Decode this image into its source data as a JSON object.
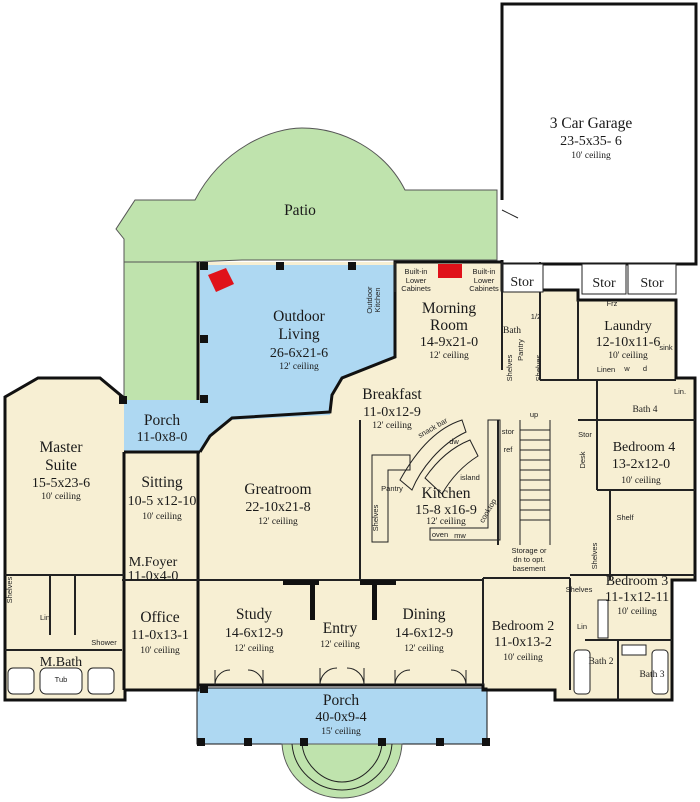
{
  "rooms": {
    "garage": {
      "name": "3 Car Garage",
      "dims": "23-5x35- 6",
      "ceiling": "10' ceiling"
    },
    "patio": {
      "name": "Patio"
    },
    "outdoor_living": {
      "line1": "Outdoor",
      "line2": "Living",
      "dims": "26-6x21-6",
      "ceiling": "12' ceiling"
    },
    "morning_room": {
      "line1": "Morning",
      "line2": "Room",
      "dims": "14-9x21-0",
      "ceiling": "12' ceiling"
    },
    "breakfast": {
      "name": "Breakfast",
      "dims": "11-0x12-9",
      "ceiling": "12' ceiling"
    },
    "laundry": {
      "name": "Laundry",
      "dims": "12-10x11-6",
      "ceiling": "10' ceiling"
    },
    "bath4": {
      "name": "Bath 4"
    },
    "bedroom4": {
      "name": "Bedroom 4",
      "dims": "13-2x12-0",
      "ceiling": "10' ceiling"
    },
    "master_suite": {
      "line1": "Master",
      "line2": "Suite",
      "dims": "15-5x23-6",
      "ceiling": "10' ceiling"
    },
    "porch_small": {
      "name": "Porch",
      "dims": "11-0x8-0"
    },
    "sitting": {
      "name": "Sitting",
      "dims": "10-5 x12-10",
      "ceiling": "10' ceiling"
    },
    "greatroom": {
      "name": "Greatroom",
      "dims": "22-10x21-8",
      "ceiling": "12' ceiling"
    },
    "kitchen": {
      "name": "Kitchen",
      "dims": "15-8 x16-9",
      "ceiling": "12' ceiling"
    },
    "mfoyer": {
      "name": "M.Foyer",
      "dims": "11-0x4-0"
    },
    "office": {
      "name": "Office",
      "dims": "11-0x13-1",
      "ceiling": "10' ceiling"
    },
    "study": {
      "name": "Study",
      "dims": "14-6x12-9",
      "ceiling": "12' ceiling"
    },
    "entry": {
      "name": "Entry",
      "ceiling": "12' ceiling"
    },
    "dining": {
      "name": "Dining",
      "dims": "14-6x12-9",
      "ceiling": "12' ceiling"
    },
    "bedroom2": {
      "name": "Bedroom 2",
      "dims": "11-0x13-2",
      "ceiling": "10' ceiling"
    },
    "bedroom3": {
      "name": "Bedroom 3",
      "dims": "11-1x12-11",
      "ceiling": "10' ceiling"
    },
    "bath2": {
      "name": "Bath 2"
    },
    "bath3": {
      "name": "Bath 3"
    },
    "mbath": {
      "name": "M.Bath"
    },
    "porch_front": {
      "name": "Porch",
      "dims": "40-0x9-4",
      "ceiling": "15' ceiling"
    }
  },
  "labels": {
    "stor1": "Stor",
    "stor2": "Stor",
    "stor3": "Stor",
    "stor4": "Stor",
    "stor5": "stor",
    "pantry": "Pantry",
    "pantry_kitchen": "Pantry",
    "bath_half": "Bath",
    "half": "1/2",
    "builtin_left_1": "Built-in",
    "builtin_left_2": "Lower",
    "builtin_left_3": "Cabinets",
    "builtin_right_1": "Built-in",
    "builtin_right_2": "Lower",
    "builtin_right_3": "Cabinets",
    "outdoor_kitchen_1": "Outdoor",
    "outdoor_kitchen_2": "Kitchen",
    "frz": "Frz",
    "sink": "sink",
    "w": "w",
    "d": "d",
    "lin1": "Lin.",
    "lin2": "Linen",
    "shelves1": "Shelves",
    "shelves2": "Shelves",
    "shelves3": "Shelves",
    "shelves4": "Shelves",
    "shelves5": "Shelves",
    "shelves6": "Shelves",
    "desk": "Desk",
    "shelf": "Shelf",
    "ref": "ref",
    "island": "island",
    "cooktop": "cooktop",
    "oven": "oven",
    "mw": "mw",
    "snack_bar": "snack bar",
    "dw": "dw",
    "up": "up",
    "storage_1": "Storage or",
    "storage_2": "dn to opt.",
    "storage_3": "basement",
    "lin3": "Lin",
    "lin4": "Lin",
    "shower": "Shower",
    "tub": "Tub"
  },
  "colors": {
    "interior": "#f7efd3",
    "outdoor": "#aed8f2",
    "patio": "#bfe3ad",
    "garage": "#ffffff",
    "fireplace": "#e0121a"
  }
}
